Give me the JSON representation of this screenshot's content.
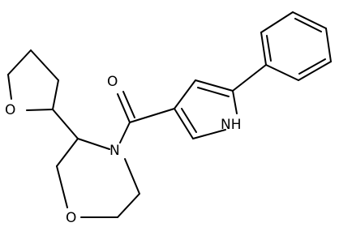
{
  "structure": {
    "atoms": {
      "carbonyl_oxygen": "O",
      "pyrrole_nh": "NH",
      "morpholine_nitrogen": "N",
      "morpholine_oxygen": "O",
      "thf_oxygen": "O"
    },
    "colors": {
      "bond": "#000000",
      "label": "#000000",
      "background": "#ffffff"
    }
  }
}
